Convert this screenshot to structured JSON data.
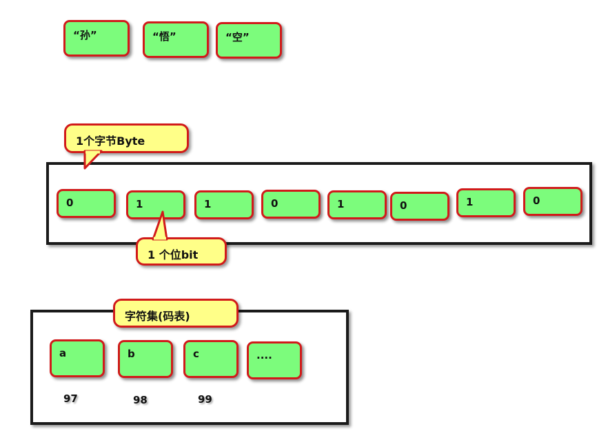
{
  "chars": [
    "“孙”",
    "“悟”",
    "“空”"
  ],
  "byte_label": "1个字节Byte",
  "bits": [
    "0",
    "1",
    "1",
    "0",
    "1",
    "0",
    "1",
    "0"
  ],
  "bit_label": "1 个位bit",
  "charset_label": "字符集(码表)",
  "charset": {
    "items": [
      "a",
      "b",
      "c",
      "...."
    ],
    "codes": [
      "97",
      "98",
      "99"
    ]
  },
  "colors": {
    "box_fill": "#7cfc7c",
    "box_border": "#d11a1a",
    "callout_fill": "#ffff88",
    "frame": "#1a1a1a"
  }
}
